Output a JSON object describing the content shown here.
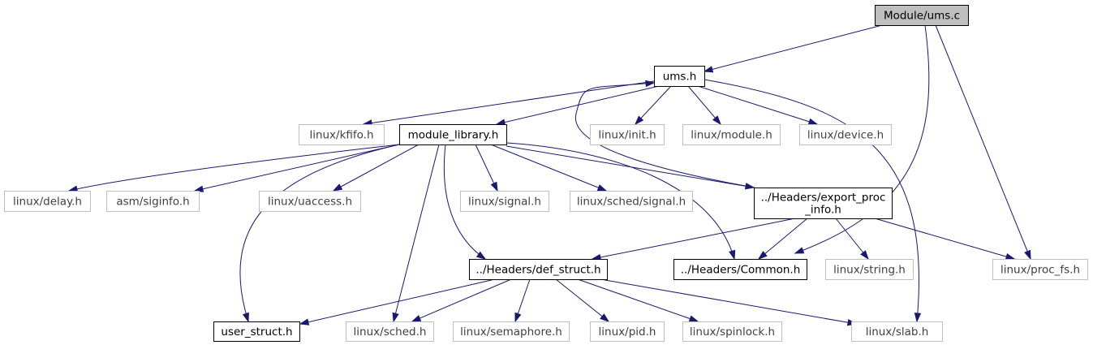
{
  "colors": {
    "edge": "#191970",
    "root_fill": "#bfbfbf",
    "local_border": "#000000",
    "system_border": "#bfbfbf",
    "local_text": "#000000",
    "system_text": "#3f3f3f"
  },
  "nodes": [
    {
      "id": "module_ums_c",
      "lines": [
        "Module/ums.c"
      ],
      "kind": "root"
    },
    {
      "id": "ums_h",
      "lines": [
        "ums.h"
      ],
      "kind": "local"
    },
    {
      "id": "linux_kfifo_h",
      "lines": [
        "linux/kfifo.h"
      ],
      "kind": "system"
    },
    {
      "id": "module_library_h",
      "lines": [
        "module_library.h"
      ],
      "kind": "local"
    },
    {
      "id": "linux_init_h",
      "lines": [
        "linux/init.h"
      ],
      "kind": "system"
    },
    {
      "id": "linux_module_h",
      "lines": [
        "linux/module.h"
      ],
      "kind": "system"
    },
    {
      "id": "linux_device_h",
      "lines": [
        "linux/device.h"
      ],
      "kind": "system"
    },
    {
      "id": "linux_delay_h",
      "lines": [
        "linux/delay.h"
      ],
      "kind": "system"
    },
    {
      "id": "asm_siginfo_h",
      "lines": [
        "asm/siginfo.h"
      ],
      "kind": "system"
    },
    {
      "id": "linux_uaccess_h",
      "lines": [
        "linux/uaccess.h"
      ],
      "kind": "system"
    },
    {
      "id": "linux_signal_h",
      "lines": [
        "linux/signal.h"
      ],
      "kind": "system"
    },
    {
      "id": "linux_sched_signal_h",
      "lines": [
        "linux/sched/signal.h"
      ],
      "kind": "system"
    },
    {
      "id": "export_proc_info_h",
      "lines": [
        "../Headers/export_proc",
        "_info.h"
      ],
      "kind": "local"
    },
    {
      "id": "def_struct_h",
      "lines": [
        "../Headers/def_struct.h"
      ],
      "kind": "local"
    },
    {
      "id": "common_h",
      "lines": [
        "../Headers/Common.h"
      ],
      "kind": "local"
    },
    {
      "id": "linux_string_h",
      "lines": [
        "linux/string.h"
      ],
      "kind": "system"
    },
    {
      "id": "linux_proc_fs_h",
      "lines": [
        "linux/proc_fs.h"
      ],
      "kind": "system"
    },
    {
      "id": "user_struct_h",
      "lines": [
        "user_struct.h"
      ],
      "kind": "local"
    },
    {
      "id": "linux_sched_h",
      "lines": [
        "linux/sched.h"
      ],
      "kind": "system"
    },
    {
      "id": "linux_semaphore_h",
      "lines": [
        "linux/semaphore.h"
      ],
      "kind": "system"
    },
    {
      "id": "linux_pid_h",
      "lines": [
        "linux/pid.h"
      ],
      "kind": "system"
    },
    {
      "id": "linux_spinlock_h",
      "lines": [
        "linux/spinlock.h"
      ],
      "kind": "system"
    },
    {
      "id": "linux_slab_h",
      "lines": [
        "linux/slab.h"
      ],
      "kind": "system"
    }
  ],
  "edges": [
    {
      "from": "module_ums_c",
      "to": "ums_h"
    },
    {
      "from": "module_ums_c",
      "to": "common_h"
    },
    {
      "from": "module_ums_c",
      "to": "linux_proc_fs_h"
    },
    {
      "from": "ums_h",
      "to": "linux_kfifo_h"
    },
    {
      "from": "ums_h",
      "to": "module_library_h"
    },
    {
      "from": "ums_h",
      "to": "linux_init_h"
    },
    {
      "from": "ums_h",
      "to": "linux_module_h"
    },
    {
      "from": "ums_h",
      "to": "linux_device_h"
    },
    {
      "from": "ums_h",
      "to": "export_proc_info_h"
    },
    {
      "from": "ums_h",
      "to": "linux_slab_h"
    },
    {
      "from": "module_library_h",
      "to": "linux_delay_h"
    },
    {
      "from": "module_library_h",
      "to": "asm_siginfo_h"
    },
    {
      "from": "module_library_h",
      "to": "linux_uaccess_h"
    },
    {
      "from": "module_library_h",
      "to": "linux_signal_h"
    },
    {
      "from": "module_library_h",
      "to": "linux_sched_signal_h"
    },
    {
      "from": "module_library_h",
      "to": "export_proc_info_h"
    },
    {
      "from": "module_library_h",
      "to": "common_h"
    },
    {
      "from": "module_library_h",
      "to": "def_struct_h"
    },
    {
      "from": "module_library_h",
      "to": "user_struct_h"
    },
    {
      "from": "module_library_h",
      "to": "linux_sched_h"
    },
    {
      "from": "export_proc_info_h",
      "to": "ums_h"
    },
    {
      "from": "export_proc_info_h",
      "to": "def_struct_h"
    },
    {
      "from": "export_proc_info_h",
      "to": "common_h"
    },
    {
      "from": "export_proc_info_h",
      "to": "linux_string_h"
    },
    {
      "from": "export_proc_info_h",
      "to": "linux_proc_fs_h"
    },
    {
      "from": "def_struct_h",
      "to": "user_struct_h"
    },
    {
      "from": "def_struct_h",
      "to": "linux_sched_h"
    },
    {
      "from": "def_struct_h",
      "to": "linux_semaphore_h"
    },
    {
      "from": "def_struct_h",
      "to": "linux_pid_h"
    },
    {
      "from": "def_struct_h",
      "to": "linux_spinlock_h"
    },
    {
      "from": "def_struct_h",
      "to": "linux_slab_h"
    }
  ]
}
